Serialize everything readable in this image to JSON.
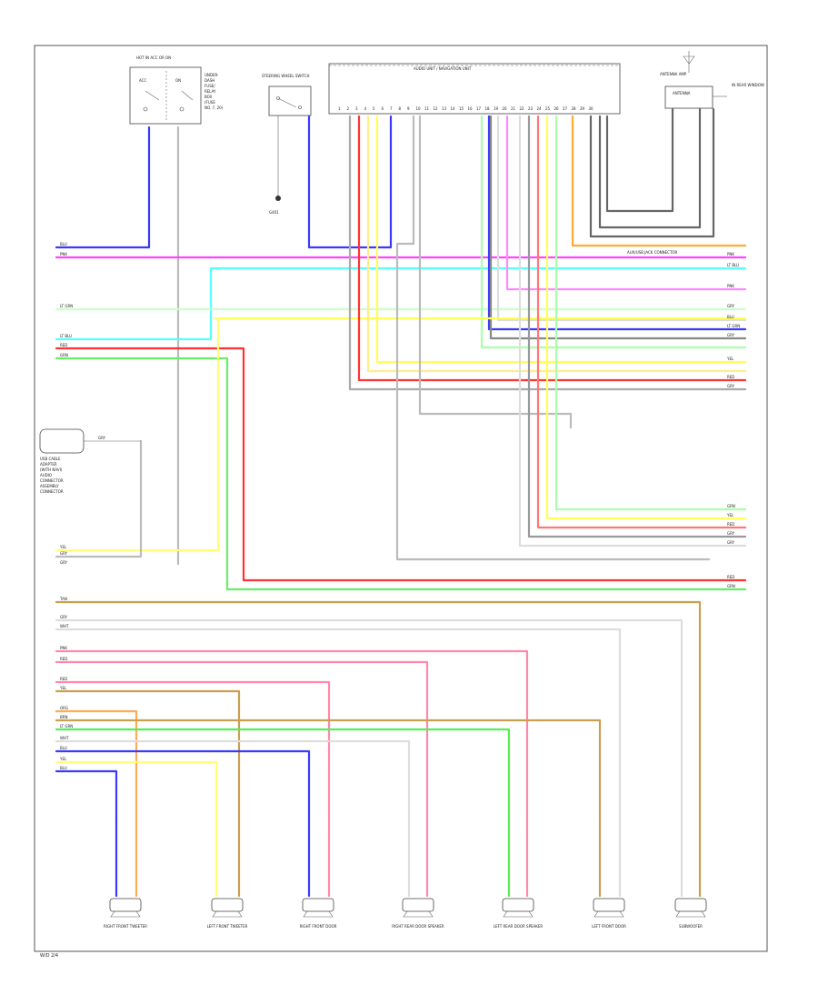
{
  "page": {
    "code": "W/D 2/4"
  },
  "colors": {
    "blu": "#3a3aff",
    "pnk": "#ff44ff",
    "ltblu": "#55ffff",
    "ltgrn": "#aaffaa",
    "red": "#ff3333",
    "grn": "#33dd33",
    "yel": "#ffff55",
    "gry": "#999999",
    "wht": "#dddddd",
    "tan": "#c8a050",
    "org": "#ffaa33",
    "salmon": "#ff9999",
    "dkgry": "#666666",
    "lpnk": "#ffaaff"
  },
  "components": {
    "ignition_switch": {
      "title": "HOT IN ACC OR ON",
      "label_lines": [
        "ACC",
        "ON"
      ],
      "side_notes": [
        "UNDER-",
        "DASH",
        "FUSE/",
        "RELAY",
        "BOX",
        "(FUSE",
        "NO. 7, 20)"
      ]
    },
    "parking_switch": {
      "title": "STEERING WHEEL SWITCH",
      "ground_note": "G401"
    },
    "audio_unit": {
      "title": "AUDIO UNIT / NAVIGATION UNIT",
      "pins": [
        "1",
        "2",
        "3",
        "4",
        "5",
        "6",
        "7",
        "8",
        "9",
        "10",
        "11",
        "12",
        "13",
        "14",
        "15",
        "16",
        "17",
        "18",
        "19",
        "20",
        "21",
        "22",
        "23",
        "24",
        "25",
        "26",
        "27",
        "28",
        "29",
        "30"
      ]
    },
    "antenna_amp": {
      "title": "ANTENNA AMP",
      "label": "ANTENNA",
      "side_note": "IN REAR WINDOW"
    },
    "tbr": {
      "note_1": "AUX/USB JACK CONNECTOR"
    },
    "usb_adapter": {
      "lines": [
        "USB CABLE",
        "ADAPTER",
        "(WITH NAVI)",
        "AUDIO",
        "CONNECTOR",
        "ASSEMBLY",
        "CONNECTOR"
      ],
      "pin_label": "GRY"
    },
    "speakers": [
      {
        "name": "RIGHT FRONT TWEETER"
      },
      {
        "name": "LEFT FRONT TWEETER"
      },
      {
        "name": "RIGHT FRONT DOOR"
      },
      {
        "name": "RIGHT REAR DOOR SPEAKER"
      },
      {
        "name": "LEFT REAR DOOR SPEAKER"
      },
      {
        "name": "LEFT FRONT DOOR"
      },
      {
        "name": "SUBWOOFER"
      }
    ]
  },
  "left_labels": {
    "row1": "BLU",
    "row2": "PNK",
    "row3": "LT GRN",
    "row4": "LT BLU",
    "row5": "RED",
    "row6": "GRN",
    "row7": "YEL",
    "row8": "GRY",
    "row9": "GRY",
    "row10": "TAN",
    "row11": "GRY",
    "row12": "WHT",
    "row13": "PNK",
    "row14": "RED",
    "row15": "RED",
    "row16": "YEL",
    "row17": "ORG",
    "row18": "BRN",
    "row19": "LT GRN",
    "row20": "WHT",
    "row21": "BLU",
    "row22": "YEL",
    "row23": "BLU"
  },
  "right_labels": {
    "r1": "PNK",
    "r2": "LT BLU",
    "r3": "PNK",
    "r4": "GRY",
    "r5": "BLU",
    "r6": "LT GRN",
    "r7": "GRY",
    "r8": "YEL",
    "r9": "RED",
    "r10": "GRY",
    "r11": "GRN",
    "r12": "YEL",
    "r13": "RED",
    "r14": "GRY",
    "r15": "GRY",
    "r16": "RED",
    "r17": "GRN"
  }
}
